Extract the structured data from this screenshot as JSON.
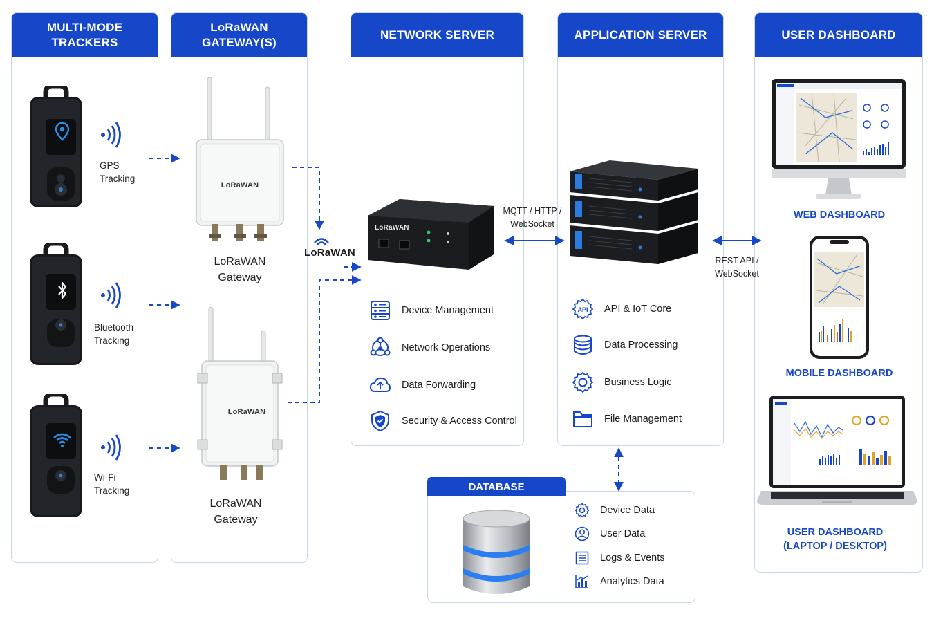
{
  "columns": {
    "trackers": {
      "title": "MULTI-MODE\nTRACKERS"
    },
    "gateways": {
      "title": "LoRaWAN\nGATEWAY(S)"
    },
    "network_server": {
      "title": "NETWORK SERVER"
    },
    "application_server": {
      "title": "APPLICATION SERVER"
    },
    "user_dashboard": {
      "title": "USER DASHBOARD"
    }
  },
  "trackers": [
    {
      "label": "GPS\nTracking",
      "icon": "location-pin-icon"
    },
    {
      "label": "Bluetooth\nTracking",
      "icon": "bluetooth-icon"
    },
    {
      "label": "Wi-Fi\nTracking",
      "icon": "wifi-icon"
    }
  ],
  "gateways": [
    {
      "caption": "LoRaWAN\nGateway",
      "brand": "LoRaWAN"
    },
    {
      "caption": "LoRaWAN\nGateway",
      "brand": "LoRaWAN"
    }
  ],
  "lorawan_badge": "LoRaWAN",
  "network_server": {
    "device_brand": "LoRaWAN",
    "features": [
      {
        "label": "Device Management",
        "icon": "device-list-icon"
      },
      {
        "label": "Network Operations",
        "icon": "network-nodes-icon"
      },
      {
        "label": "Data Forwarding",
        "icon": "cloud-upload-icon"
      },
      {
        "label": "Security & Access Control",
        "icon": "shield-icon"
      }
    ]
  },
  "connections": {
    "ns_to_app": "MQTT / HTTP /\nWebSocket",
    "app_to_dashboard": "REST API /\nWebSocket"
  },
  "application_server": {
    "features": [
      {
        "label": "API & IoT Core",
        "icon": "api-gear-icon"
      },
      {
        "label": "Data Processing",
        "icon": "database-stack-icon"
      },
      {
        "label": "Business Logic",
        "icon": "gear-icon"
      },
      {
        "label": "File Management",
        "icon": "folder-icon"
      }
    ]
  },
  "database": {
    "title": "DATABASE",
    "items": [
      {
        "label": "Device Data",
        "icon": "gear-icon"
      },
      {
        "label": "User Data",
        "icon": "user-icon"
      },
      {
        "label": "Logs & Events",
        "icon": "log-list-icon"
      },
      {
        "label": "Analytics Data",
        "icon": "bar-chart-icon"
      }
    ]
  },
  "dashboards": [
    {
      "caption": "WEB DASHBOARD"
    },
    {
      "caption": "MOBILE DASHBOARD"
    },
    {
      "caption": "USER DASHBOARD\n(LAPTOP / DESKTOP)"
    }
  ],
  "colors": {
    "accent": "#1747c9",
    "panel_border": "#c9d6ee",
    "device_dark": "#16181b",
    "device_white": "#f1f2f2"
  }
}
